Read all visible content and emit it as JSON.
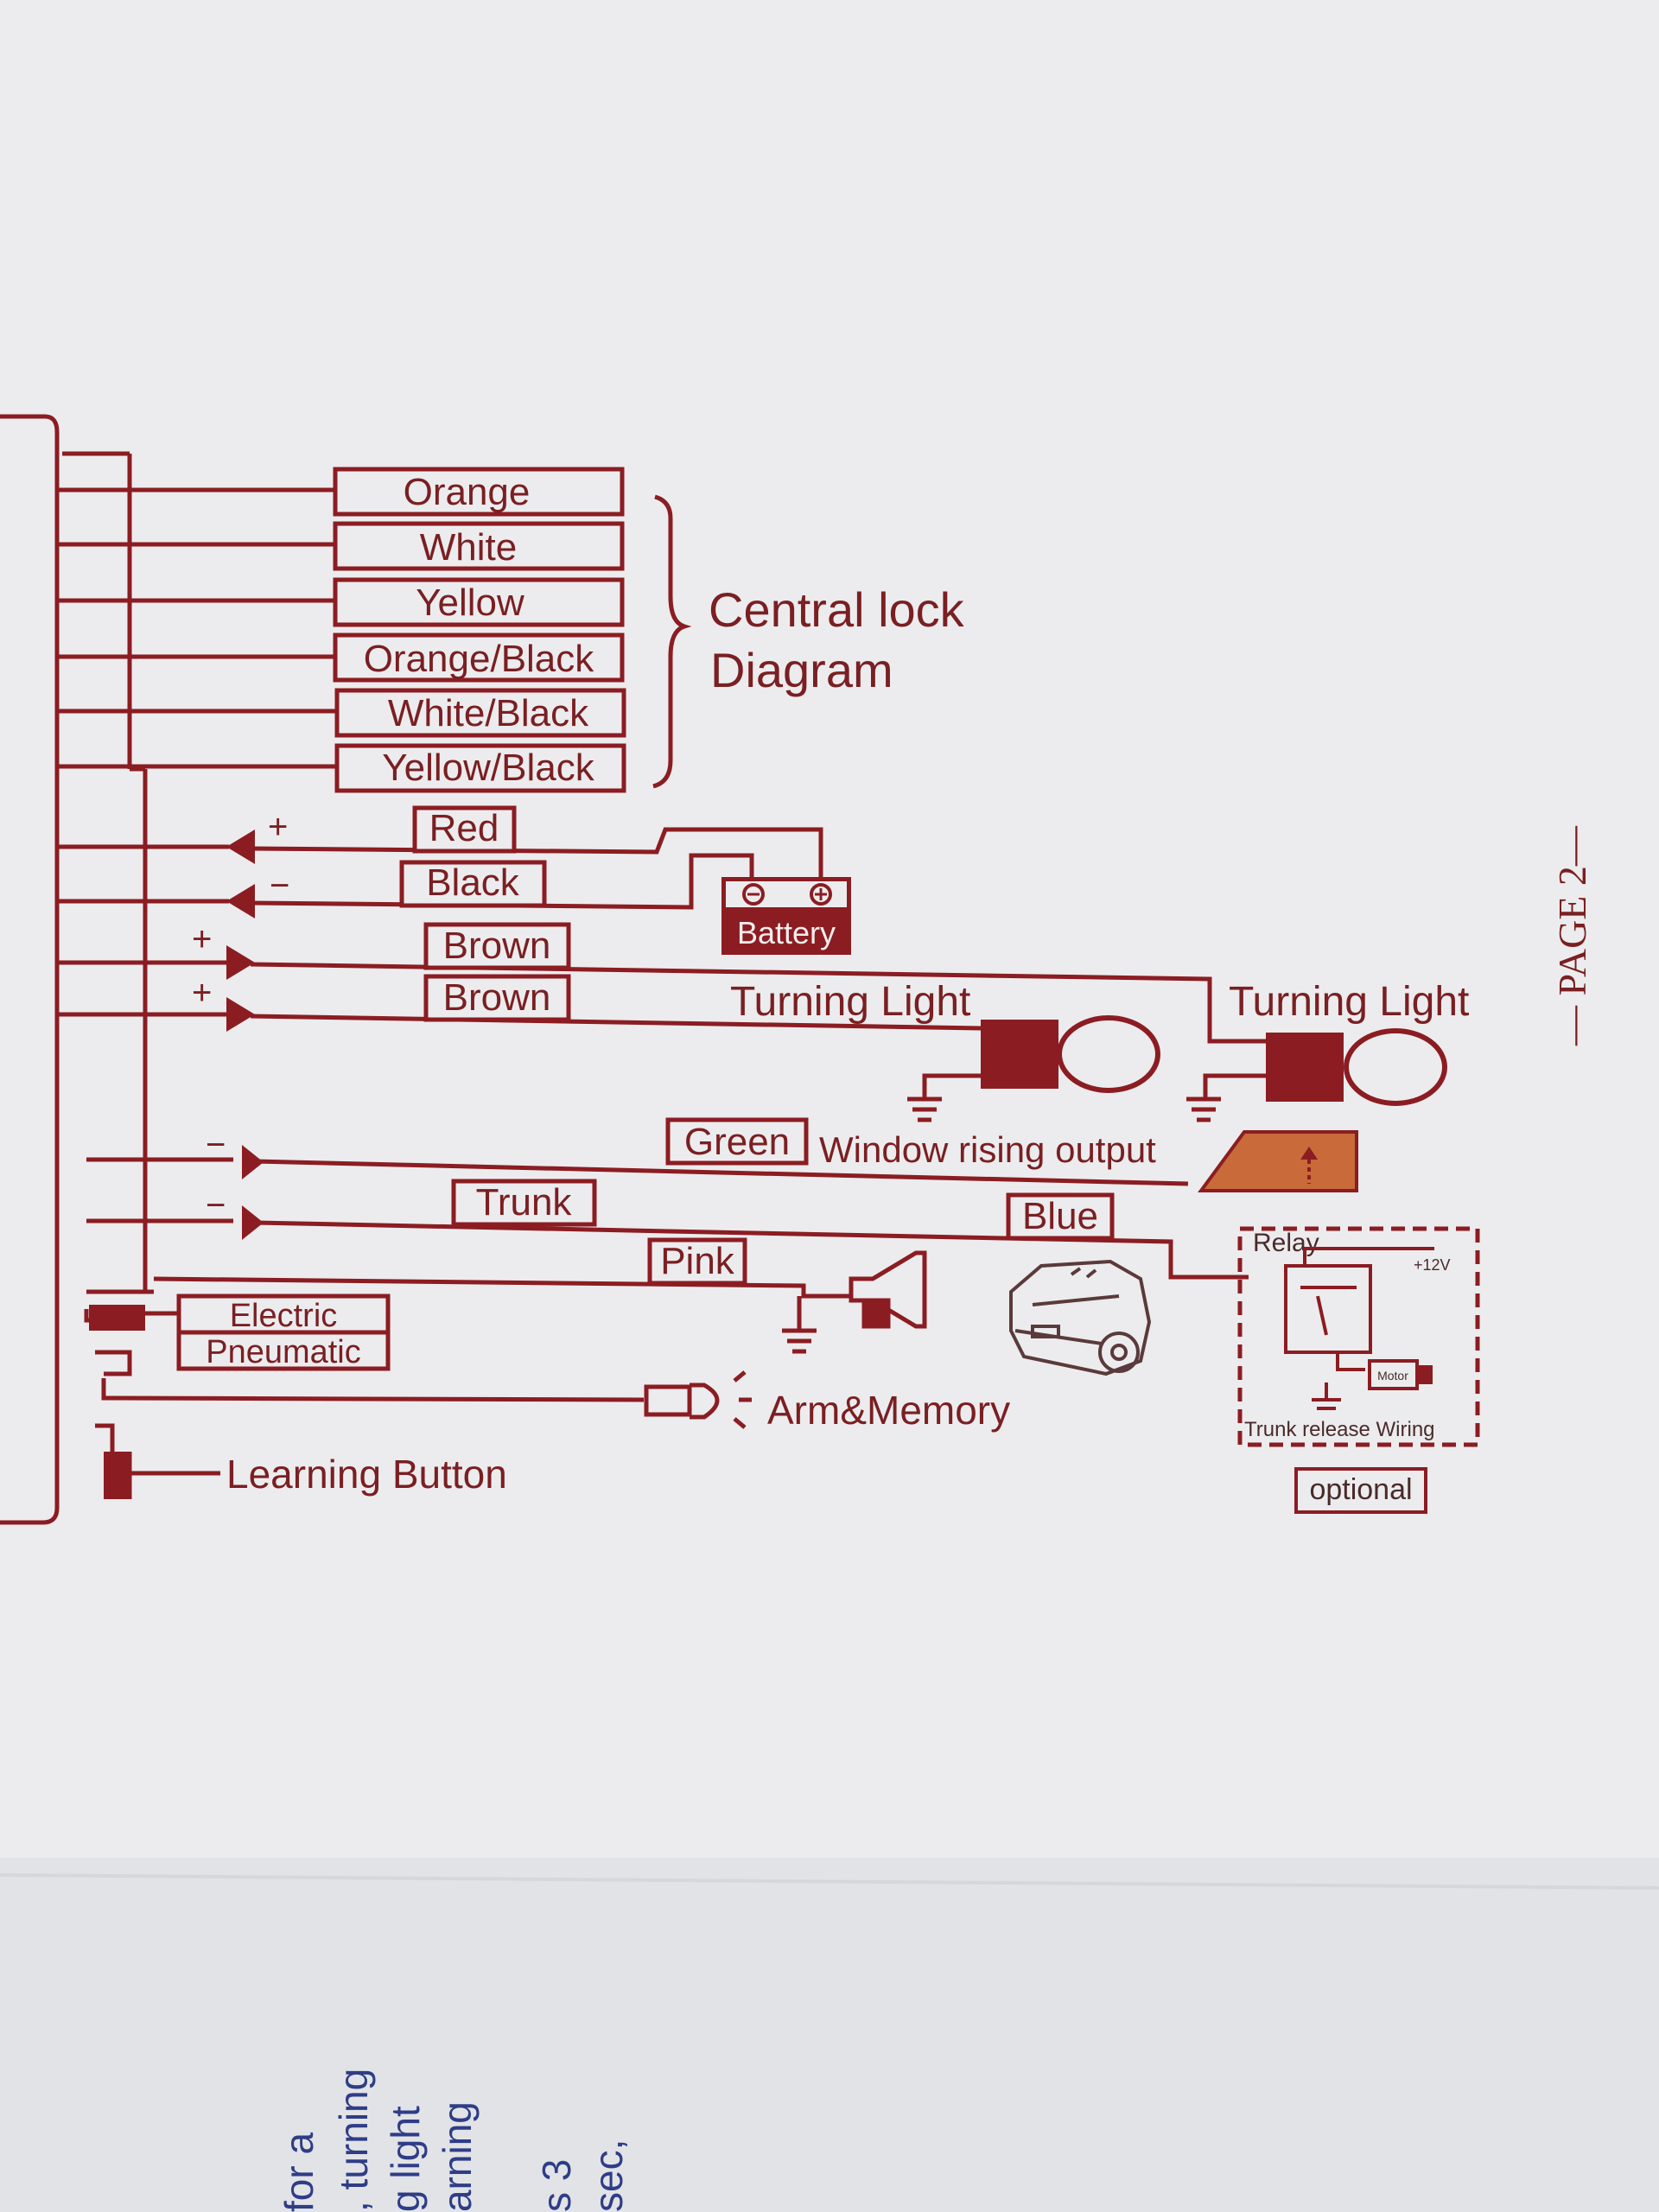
{
  "colors": {
    "ink": "#8b1d22",
    "paper": "#ececee",
    "window_fill": "#c96a3a"
  },
  "central_lock": {
    "title_line1": "Central lock",
    "title_line2": "Diagram",
    "wires": [
      "Orange",
      "White",
      "Yellow",
      "Orange/Black",
      "White/Black",
      "Yellow/Black"
    ]
  },
  "battery": {
    "red": "Red",
    "black": "Black",
    "label": "Battery",
    "plus_sign": "+",
    "minus_sign": "−"
  },
  "turn_lights": {
    "wire1": "Brown",
    "wire2": "Brown",
    "label_left": "Turning Light",
    "label_right": "Turning Light",
    "plus_sign": "+"
  },
  "window": {
    "wire": "Green",
    "label": "Window rising output",
    "minus_sign": "−"
  },
  "trunk": {
    "wire": "Trunk",
    "wire2": "Blue",
    "minus_sign": "−"
  },
  "relay_box": {
    "relay": "Relay",
    "voltage": "+12V",
    "motor": "Motor",
    "caption": "Trunk release Wiring",
    "optional": "optional"
  },
  "siren": {
    "wire": "Pink"
  },
  "lock_type": {
    "option1": "Electric",
    "option2": "Pneumatic"
  },
  "led": {
    "label": "Arm&Memory"
  },
  "learning": {
    "label": "Learning Button"
  },
  "page_marker": "— PAGE 2—",
  "bottom_text": {
    "line1": "for a",
    "line2": ", turning",
    "line3": "g light",
    "line4": "arning",
    "line5": "s 3",
    "line6": "sec,"
  }
}
